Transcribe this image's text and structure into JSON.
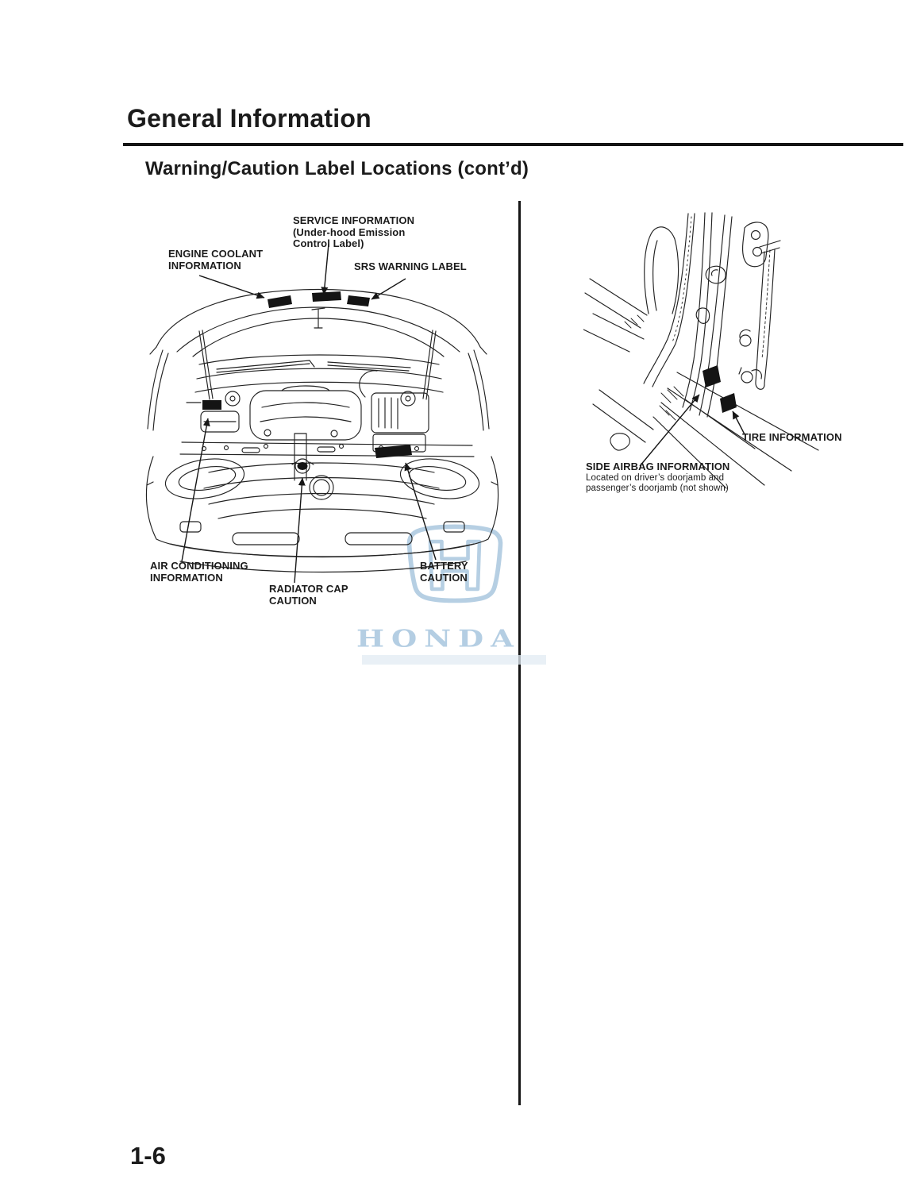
{
  "page": {
    "header_title": "General Information",
    "section_title": "Warning/Caution Label Locations (cont’d)",
    "page_number": "1-6"
  },
  "engine_diagram": {
    "description": "front view of vehicle with hood open showing warning label locations",
    "callouts": {
      "service_info": {
        "line1": "SERVICE INFORMATION",
        "line2": "(Under-hood Emission",
        "line3": "Control Label)"
      },
      "engine_coolant": {
        "line1": "ENGINE COOLANT",
        "line2": "INFORMATION"
      },
      "srs": {
        "line1": "SRS WARNING LABEL"
      },
      "air_conditioning": {
        "line1": "AIR CONDITIONING",
        "line2": "INFORMATION"
      },
      "radiator_cap": {
        "line1": "RADIATOR CAP",
        "line2": "CAUTION"
      },
      "battery": {
        "line1": "BATTERY",
        "line2": "CAUTION"
      }
    }
  },
  "doorjamb_diagram": {
    "description": "doorjamb / B-pillar view showing label locations",
    "callouts": {
      "tire": {
        "line1": "TIRE INFORMATION"
      },
      "side_airbag": {
        "title": "SIDE AIRBAG INFORMATION",
        "line1": "Located on driver’s doorjamb and",
        "line2": "passenger’s doorjamb (not shown)"
      }
    }
  },
  "watermark": {
    "brand": "HONDA",
    "color": "#b4cee3"
  },
  "ink_color": "#1b1b1b"
}
